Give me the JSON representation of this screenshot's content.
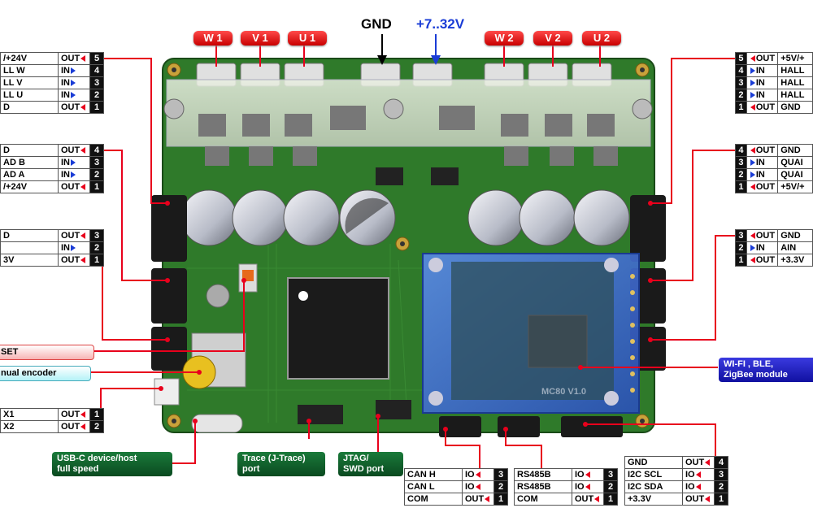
{
  "top_labels": {
    "gnd": "GND",
    "vin": "+7..32V",
    "phases_left": [
      "W 1",
      "V 1",
      "U 1"
    ],
    "phases_right": [
      "W 2",
      "V 2",
      "U 2"
    ]
  },
  "left_tables": {
    "hall1": [
      {
        "name": "/+24V",
        "type": "OUT",
        "num": "5"
      },
      {
        "name": "LL W",
        "type": "IN",
        "num": "4"
      },
      {
        "name": "LL V",
        "type": "IN",
        "num": "3"
      },
      {
        "name": "LL U",
        "type": "IN",
        "num": "2"
      },
      {
        "name": "D",
        "type": "OUT",
        "num": "1"
      }
    ],
    "quad1": [
      {
        "name": "D",
        "type": "OUT",
        "num": "4"
      },
      {
        "name": "AD B",
        "type": "IN",
        "num": "3"
      },
      {
        "name": "AD A",
        "type": "IN",
        "num": "2"
      },
      {
        "name": "/+24V",
        "type": "OUT",
        "num": "1"
      }
    ],
    "ain1": [
      {
        "name": "D",
        "type": "OUT",
        "num": "3"
      },
      {
        "name": "",
        "type": "IN",
        "num": "2"
      },
      {
        "name": "3V",
        "type": "OUT",
        "num": "1"
      }
    ],
    "x": [
      {
        "name": "X1",
        "type": "OUT",
        "num": "1"
      },
      {
        "name": "X2",
        "type": "OUT",
        "num": "2"
      }
    ]
  },
  "right_tables": {
    "hall2": [
      {
        "num": "5",
        "type": "OUT",
        "name": "+5V/+"
      },
      {
        "num": "4",
        "type": "IN",
        "name": "HALL"
      },
      {
        "num": "3",
        "type": "IN",
        "name": "HALL"
      },
      {
        "num": "2",
        "type": "IN",
        "name": "HALL"
      },
      {
        "num": "1",
        "type": "OUT",
        "name": "GND"
      }
    ],
    "quad2": [
      {
        "num": "4",
        "type": "OUT",
        "name": "GND"
      },
      {
        "num": "3",
        "type": "IN",
        "name": "QUAI"
      },
      {
        "num": "2",
        "type": "IN",
        "name": "QUAI"
      },
      {
        "num": "1",
        "type": "OUT",
        "name": "+5V/+"
      }
    ],
    "ain2": [
      {
        "num": "3",
        "type": "OUT",
        "name": "GND"
      },
      {
        "num": "2",
        "type": "IN",
        "name": "AIN"
      },
      {
        "num": "1",
        "type": "OUT",
        "name": "+3.3V"
      }
    ]
  },
  "bottom_tables": {
    "can": [
      {
        "name": "CAN H",
        "type": "IO",
        "num": "3"
      },
      {
        "name": "CAN L",
        "type": "IO",
        "num": "2"
      },
      {
        "name": "COM",
        "type": "OUT",
        "num": "1"
      }
    ],
    "rs485": [
      {
        "name": "RS485B",
        "type": "IO",
        "num": "3"
      },
      {
        "name": "RS485B",
        "type": "IO",
        "num": "2"
      },
      {
        "name": "COM",
        "type": "OUT",
        "num": "1"
      }
    ],
    "i2c": [
      {
        "name": "GND",
        "type": "OUT",
        "num": "4"
      },
      {
        "name": "I2C SCL",
        "type": "IO",
        "num": "3"
      },
      {
        "name": "I2C SDA",
        "type": "IO",
        "num": "2"
      },
      {
        "name": "+3.3V",
        "type": "OUT",
        "num": "1"
      }
    ]
  },
  "callouts": {
    "reset": "SET",
    "encoder": "nual encoder",
    "usb": [
      "USB-C device/host",
      "full speed"
    ],
    "trace": [
      "Trace (J-Trace)",
      "port"
    ],
    "jtag": [
      "JTAG/",
      "SWD port"
    ],
    "wifi": [
      "WI-FI , BLE,",
      "ZigBee module"
    ]
  },
  "module_label": "MC80",
  "module_version": "V1.0",
  "colors": {
    "pcb": "#2f7a2a",
    "pcb_dark": "#1f5a1c",
    "callout_red": "#e8001c",
    "in_blue": "#1a3cd6",
    "module_blue": "#3b6cd8"
  }
}
